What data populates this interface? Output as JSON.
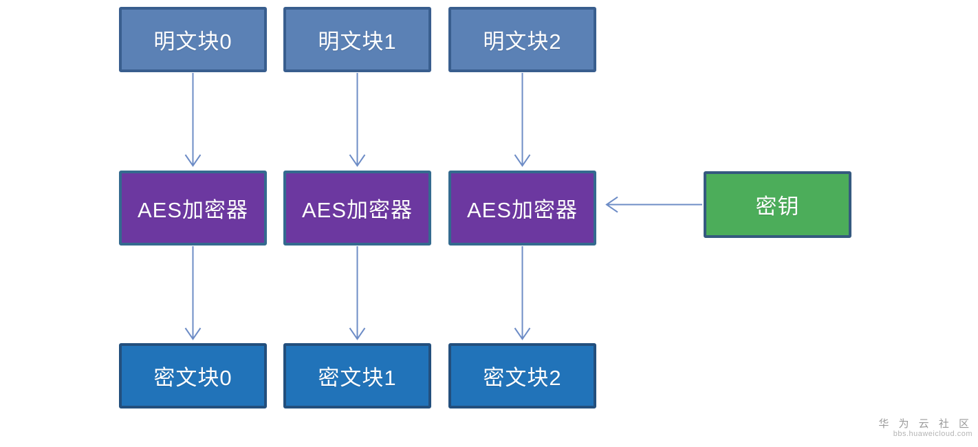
{
  "diagram": {
    "title_semantic": "AES ECB mode encryption flow",
    "plaintext_blocks": [
      {
        "label": "明文块0"
      },
      {
        "label": "明文块1"
      },
      {
        "label": "明文块2"
      }
    ],
    "encryptors": [
      {
        "label": "AES加密器"
      },
      {
        "label": "AES加密器"
      },
      {
        "label": "AES加密器"
      }
    ],
    "ciphertext_blocks": [
      {
        "label": "密文块0"
      },
      {
        "label": "密文块1"
      },
      {
        "label": "密文块2"
      }
    ],
    "key": {
      "label": "密钥"
    },
    "colors": {
      "plaintext_fill": "#5b81b5",
      "plaintext_border": "#395e8e",
      "encryptor_fill": "#6c38a0",
      "encryptor_border": "#346a8f",
      "ciphertext_fill": "#2173b9",
      "ciphertext_border": "#234f7d",
      "key_fill": "#4cad5a",
      "key_border": "#35597f",
      "arrow": "#6d8cc6",
      "background": "#ffffff",
      "box_text": "#ffffff"
    }
  },
  "watermark": {
    "site_name": "华 为 云 社 区",
    "site_url": "bbs.huaweicloud.com"
  }
}
